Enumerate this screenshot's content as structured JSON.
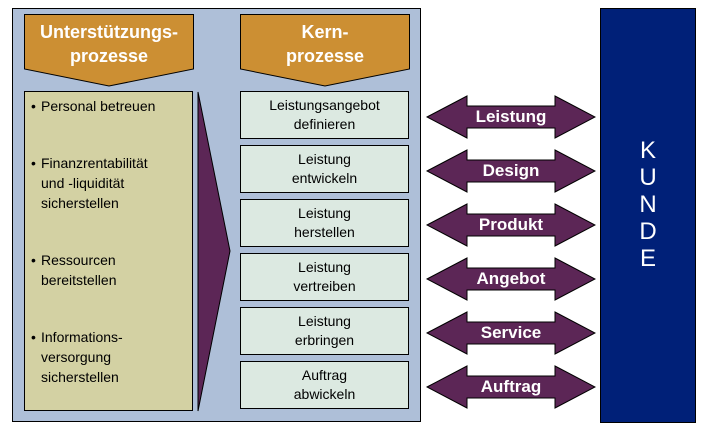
{
  "colors": {
    "panel": "#aebfd8",
    "header_orange": "#cc8f33",
    "support_box": "#d3d1a3",
    "core_box": "#dce9e1",
    "arrow_purple": "#5c2656",
    "kunde_blue": "#002078"
  },
  "support": {
    "header": "Unterstützungs-\nprozesse",
    "items": [
      {
        "bullet": "•",
        "text": "Personal betreuen"
      },
      {
        "bullet": "•",
        "text": "Finanzrentabilität\nund -liquidität\nsicherstellen"
      },
      {
        "bullet": "•",
        "text": "Ressourcen\nbereitstellen"
      },
      {
        "bullet": "•",
        "text": "Informations-\nversorgung\nsicherstellen"
      }
    ]
  },
  "core": {
    "header": "Kern-\nprozesse",
    "items": [
      "Leistungsangebot\ndefinieren",
      "Leistung\nentwickeln",
      "Leistung\nherstellen",
      "Leistung\nvertreiben",
      "Leistung\nerbringen",
      "Auftrag\nabwickeln"
    ]
  },
  "exchanges": [
    "Leistung",
    "Design",
    "Produkt",
    "Angebot",
    "Service",
    "Auftrag"
  ],
  "customer": {
    "label": "KUNDE",
    "letters": [
      "K",
      "U",
      "N",
      "D",
      "E"
    ]
  }
}
